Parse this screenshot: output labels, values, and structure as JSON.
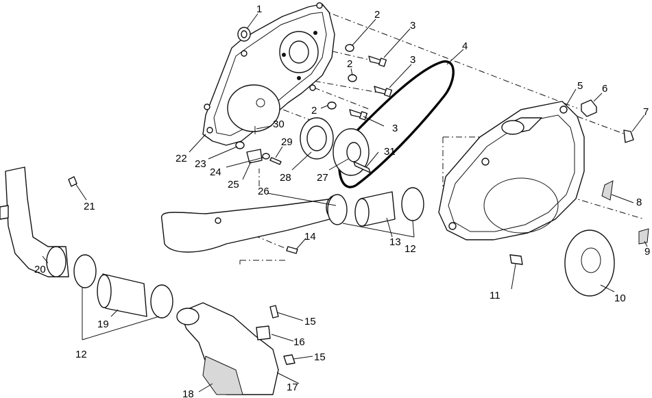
{
  "callouts": [
    {
      "id": "c1",
      "label": "1"
    },
    {
      "id": "c2a",
      "label": "2"
    },
    {
      "id": "c2b",
      "label": "2"
    },
    {
      "id": "c2c",
      "label": "2"
    },
    {
      "id": "c3a",
      "label": "3"
    },
    {
      "id": "c3b",
      "label": "3"
    },
    {
      "id": "c3c",
      "label": "3"
    },
    {
      "id": "c4",
      "label": "4"
    },
    {
      "id": "c5",
      "label": "5"
    },
    {
      "id": "c6",
      "label": "6"
    },
    {
      "id": "c7",
      "label": "7"
    },
    {
      "id": "c8",
      "label": "8"
    },
    {
      "id": "c9",
      "label": "9"
    },
    {
      "id": "c10",
      "label": "10"
    },
    {
      "id": "c11",
      "label": "11"
    },
    {
      "id": "c12a",
      "label": "12"
    },
    {
      "id": "c12b",
      "label": "12"
    },
    {
      "id": "c13",
      "label": "13"
    },
    {
      "id": "c14",
      "label": "14"
    },
    {
      "id": "c15a",
      "label": "15"
    },
    {
      "id": "c15b",
      "label": "15"
    },
    {
      "id": "c16",
      "label": "16"
    },
    {
      "id": "c17",
      "label": "17"
    },
    {
      "id": "c18",
      "label": "18"
    },
    {
      "id": "c19",
      "label": "19"
    },
    {
      "id": "c20",
      "label": "20"
    },
    {
      "id": "c21",
      "label": "21"
    },
    {
      "id": "c22",
      "label": "22"
    },
    {
      "id": "c23",
      "label": "23"
    },
    {
      "id": "c24",
      "label": "24"
    },
    {
      "id": "c25",
      "label": "25"
    },
    {
      "id": "c26",
      "label": "26"
    },
    {
      "id": "c27",
      "label": "27"
    },
    {
      "id": "c28",
      "label": "28"
    },
    {
      "id": "c29",
      "label": "29"
    },
    {
      "id": "c30",
      "label": "30"
    },
    {
      "id": "c31",
      "label": "31"
    }
  ]
}
